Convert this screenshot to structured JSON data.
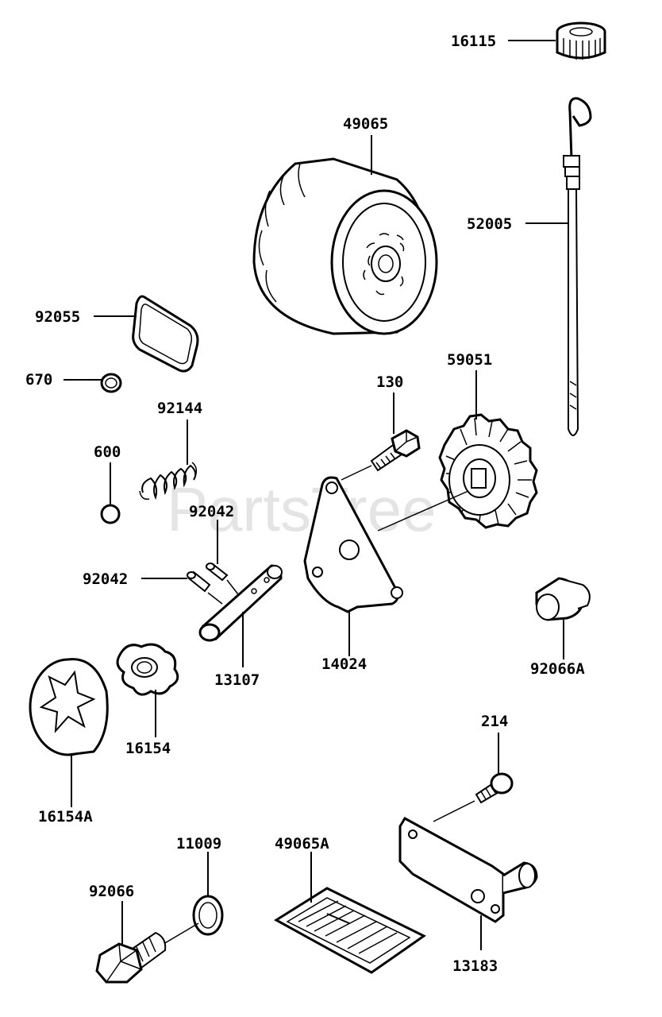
{
  "watermark": "PartsTree",
  "parts": [
    {
      "id": "16115"
    },
    {
      "id": "49065"
    },
    {
      "id": "52005"
    },
    {
      "id": "92055"
    },
    {
      "id": "670"
    },
    {
      "id": "92144"
    },
    {
      "id": "130"
    },
    {
      "id": "59051"
    },
    {
      "id": "600"
    },
    {
      "id": "92042"
    },
    {
      "id": "92042"
    },
    {
      "id": "13107"
    },
    {
      "id": "14024"
    },
    {
      "id": "92066A"
    },
    {
      "id": "16154"
    },
    {
      "id": "16154A"
    },
    {
      "id": "214"
    },
    {
      "id": "11009"
    },
    {
      "id": "49065A"
    },
    {
      "id": "92066"
    },
    {
      "id": "13183"
    }
  ]
}
